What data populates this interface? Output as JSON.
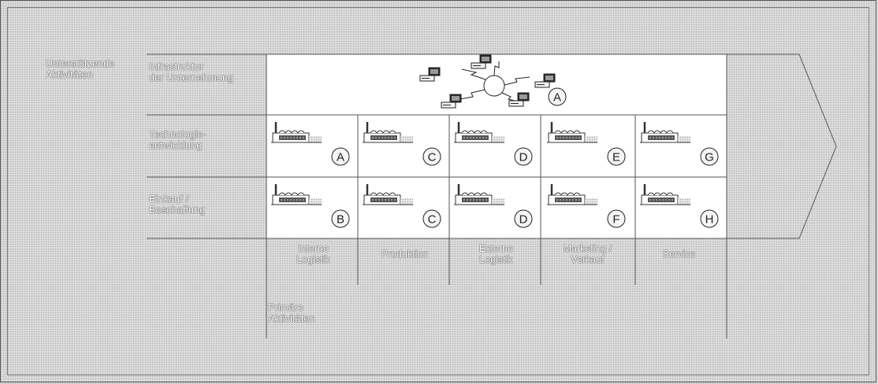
{
  "support_label": "Unterstützende\nAktivitäten",
  "rows": [
    {
      "label": "Infrastruktur\nder Unternehmung"
    },
    {
      "label": "Technologie-\nentwicklung",
      "letters": [
        "A",
        "C",
        "D",
        "E",
        "G"
      ]
    },
    {
      "label": "Einkauf /\nBeschaffung",
      "letters": [
        "B",
        "C",
        "D",
        "F",
        "H"
      ]
    }
  ],
  "infra_letter": "A",
  "primary_columns": [
    "Interne\nLogistik",
    "Produktion",
    "Externe\nLogistik",
    "Marketing /\nVerkauf",
    "Service"
  ],
  "primary_label": "Primäre\nAktivitäten"
}
